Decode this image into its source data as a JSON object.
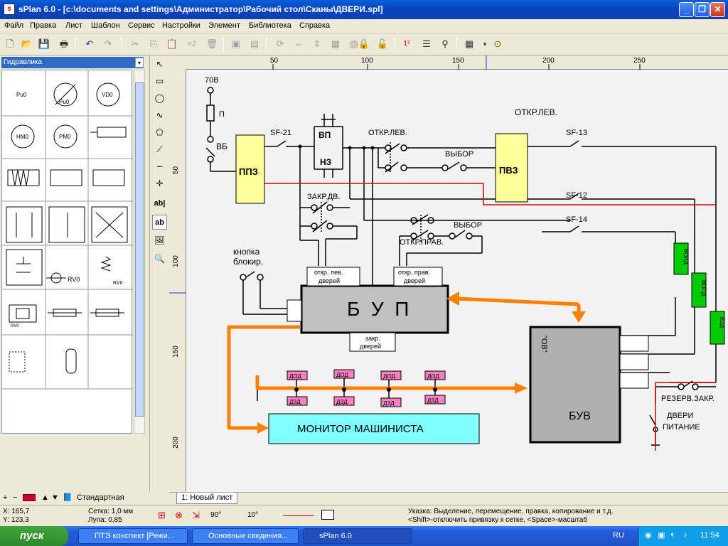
{
  "window": {
    "title": "sPlan 6.0 - [c:\\documents and settings\\Администратор\\Рабочий стол\\Сканы\\ДВЕРИ.spl]"
  },
  "menu": [
    "Файл",
    "Правка",
    "Лист",
    "Шаблон",
    "Сервис",
    "Настройки",
    "Элемент",
    "Библиотека",
    "Справка"
  ],
  "toolbar": {
    "x2_label": "×2"
  },
  "library": {
    "selected": "Гидравлика",
    "items": [
      "Pu0",
      "Pu0",
      "VD0",
      "HM0",
      "PM0",
      "",
      "",
      "",
      "",
      "",
      "",
      "",
      "",
      "RV0",
      "RV0",
      "RV0",
      "",
      "",
      "",
      "",
      ""
    ],
    "bottom_label": "Стандартная"
  },
  "drawtools": {
    "text1": "ab|",
    "text2": "ab"
  },
  "ruler": {
    "top": [
      "50",
      "100",
      "150",
      "200",
      "250"
    ],
    "left": [
      "50",
      "100",
      "150",
      "200"
    ]
  },
  "diagram": {
    "labels": {
      "v70": "70В",
      "p": "П",
      "vb": "ВБ",
      "ppz": "ППЗ",
      "sf21": "SF-21",
      "vp": "ВП",
      "nz": "НЗ",
      "otkr_lev1": "ОТКР.ЛЕВ.",
      "otkr_lev2": "ОТКР.ЛЕВ.",
      "vybor1": "ВЫБОР",
      "pvz": "ПВЗ",
      "sf13": "SF-13",
      "sf12": "SF-12",
      "sf14": "SF-14",
      "zakr_dv": "ЗАКР.ДВ.",
      "vybor2": "ВЫБОР",
      "otkr_prav": "ОТКР.ПРАВ.",
      "knopka1": "кнопка",
      "knopka2": "блокир.",
      "otkr_lev_dv1": "откр. лев.",
      "otkr_lev_dv2": "дверей",
      "otkr_prav_dv1": "откр. прав.",
      "otkr_prav_dv2": "дверей",
      "bup": "Б  У  П",
      "zakr_dv1": "закр.",
      "zakr_dv2": "дверей",
      "vold1": "ВОЛД",
      "vold2": "ВОПД",
      "vzd": "ВЗД",
      "ov": "\"ОВ\"",
      "buv": "БУВ",
      "dod": "ДОД",
      "dzd": "ДЗД",
      "monitor": "МОНИТОР МАШИНИСТА",
      "rezerv": "РЕЗЕРВ.ЗАКР.",
      "dveri": "ДВЕРИ",
      "pitanie": "ПИТАНИЕ"
    }
  },
  "tab": {
    "label": "1: Новый лист"
  },
  "status": {
    "x": "X: 165,7",
    "y": "Y: 123,3",
    "grid": "Сетка:  1,0 мм",
    "zoom": "Лупа:   0,85",
    "angle1": "90°",
    "angle2": "10°",
    "hint1": "Указка: Выделение, перемещение, правка, копирование и т.д.",
    "hint2": "<Shift>-отключить привязку к сетке, <Space>-масштаб"
  },
  "taskbar": {
    "start": "пуск",
    "tasks": [
      "ПТЭ конспект [Режи...",
      "Основные сведения...",
      "sPlan 6.0"
    ],
    "lang": "RU",
    "clock": "11:54"
  },
  "colors": {
    "accent": "#ff8000",
    "block_yellow": "#ffff99",
    "block_gray": "#c0c0c0",
    "relay_green": "#00cc00",
    "monitor": "#80ffff",
    "dod_pink": "#ff80c0",
    "redwire": "#e00000"
  }
}
